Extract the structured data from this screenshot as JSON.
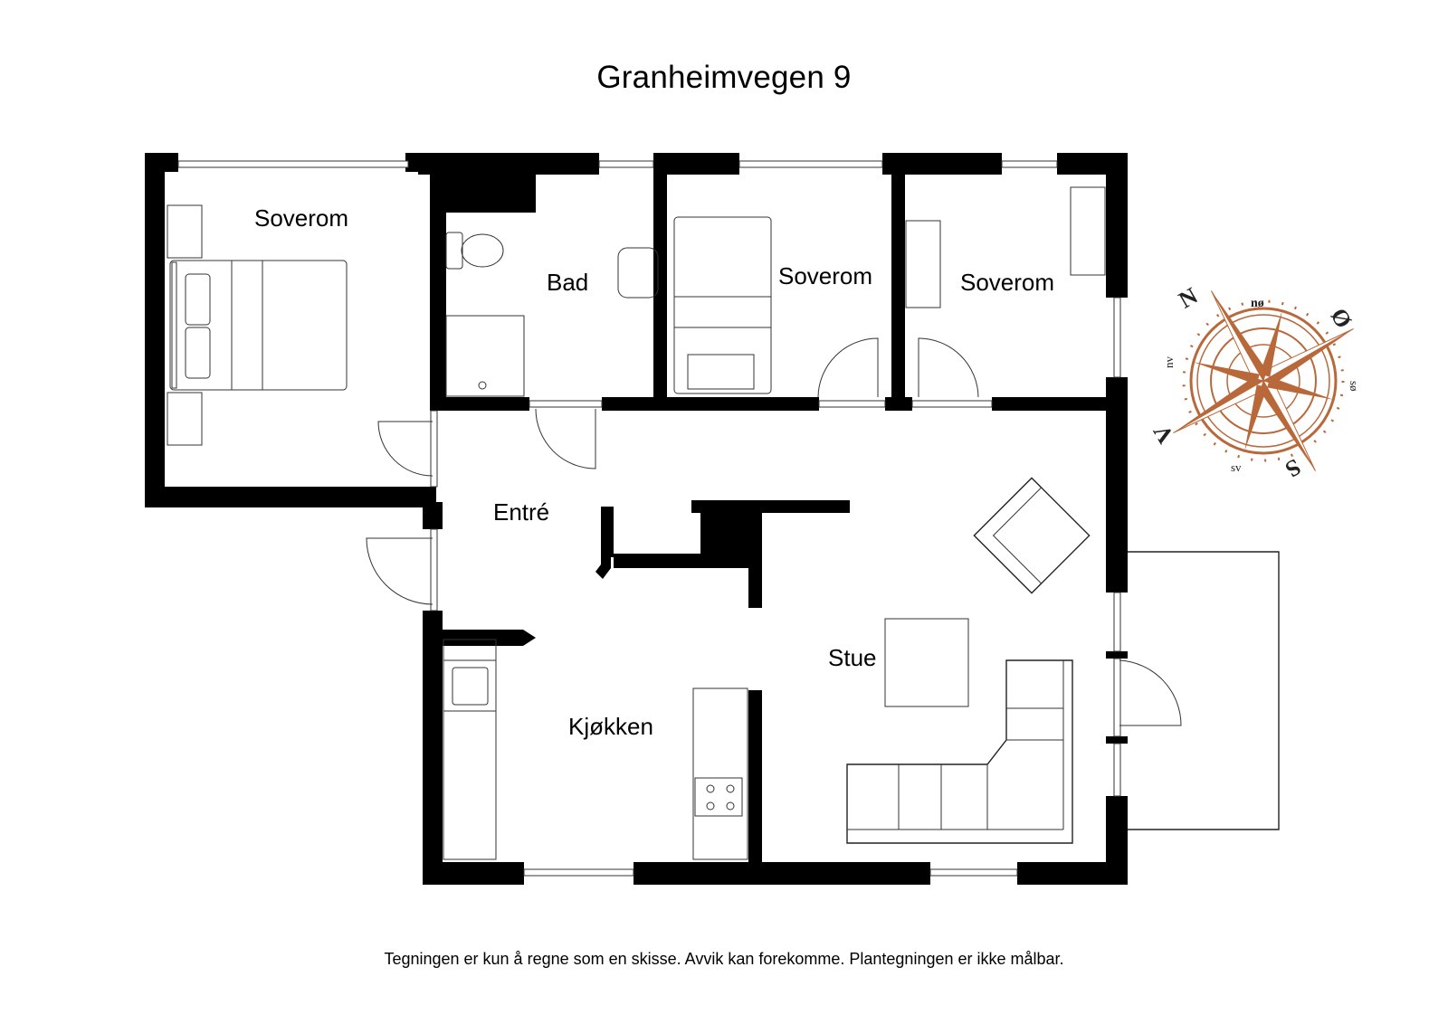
{
  "title": "Granheimvegen 9",
  "footer_note": "Tegningen er kun å regne som en skisse. Avvik kan forekomme. Plantegningen er ikke målbar.",
  "rooms": [
    {
      "id": "soverom-1",
      "label": "Soverom"
    },
    {
      "id": "bad",
      "label": "Bad"
    },
    {
      "id": "soverom-2",
      "label": "Soverom"
    },
    {
      "id": "soverom-3",
      "label": "Soverom"
    },
    {
      "id": "entre",
      "label": "Entré"
    },
    {
      "id": "kjokken",
      "label": "Kjøkken"
    },
    {
      "id": "stue",
      "label": "Stue"
    }
  ],
  "compass": {
    "color": "#b9683a",
    "labels": {
      "n": "N",
      "no": "nø",
      "o": "Ø",
      "so": "sø",
      "s": "S",
      "sv": "sv",
      "v": "V",
      "nv": "nv"
    }
  }
}
